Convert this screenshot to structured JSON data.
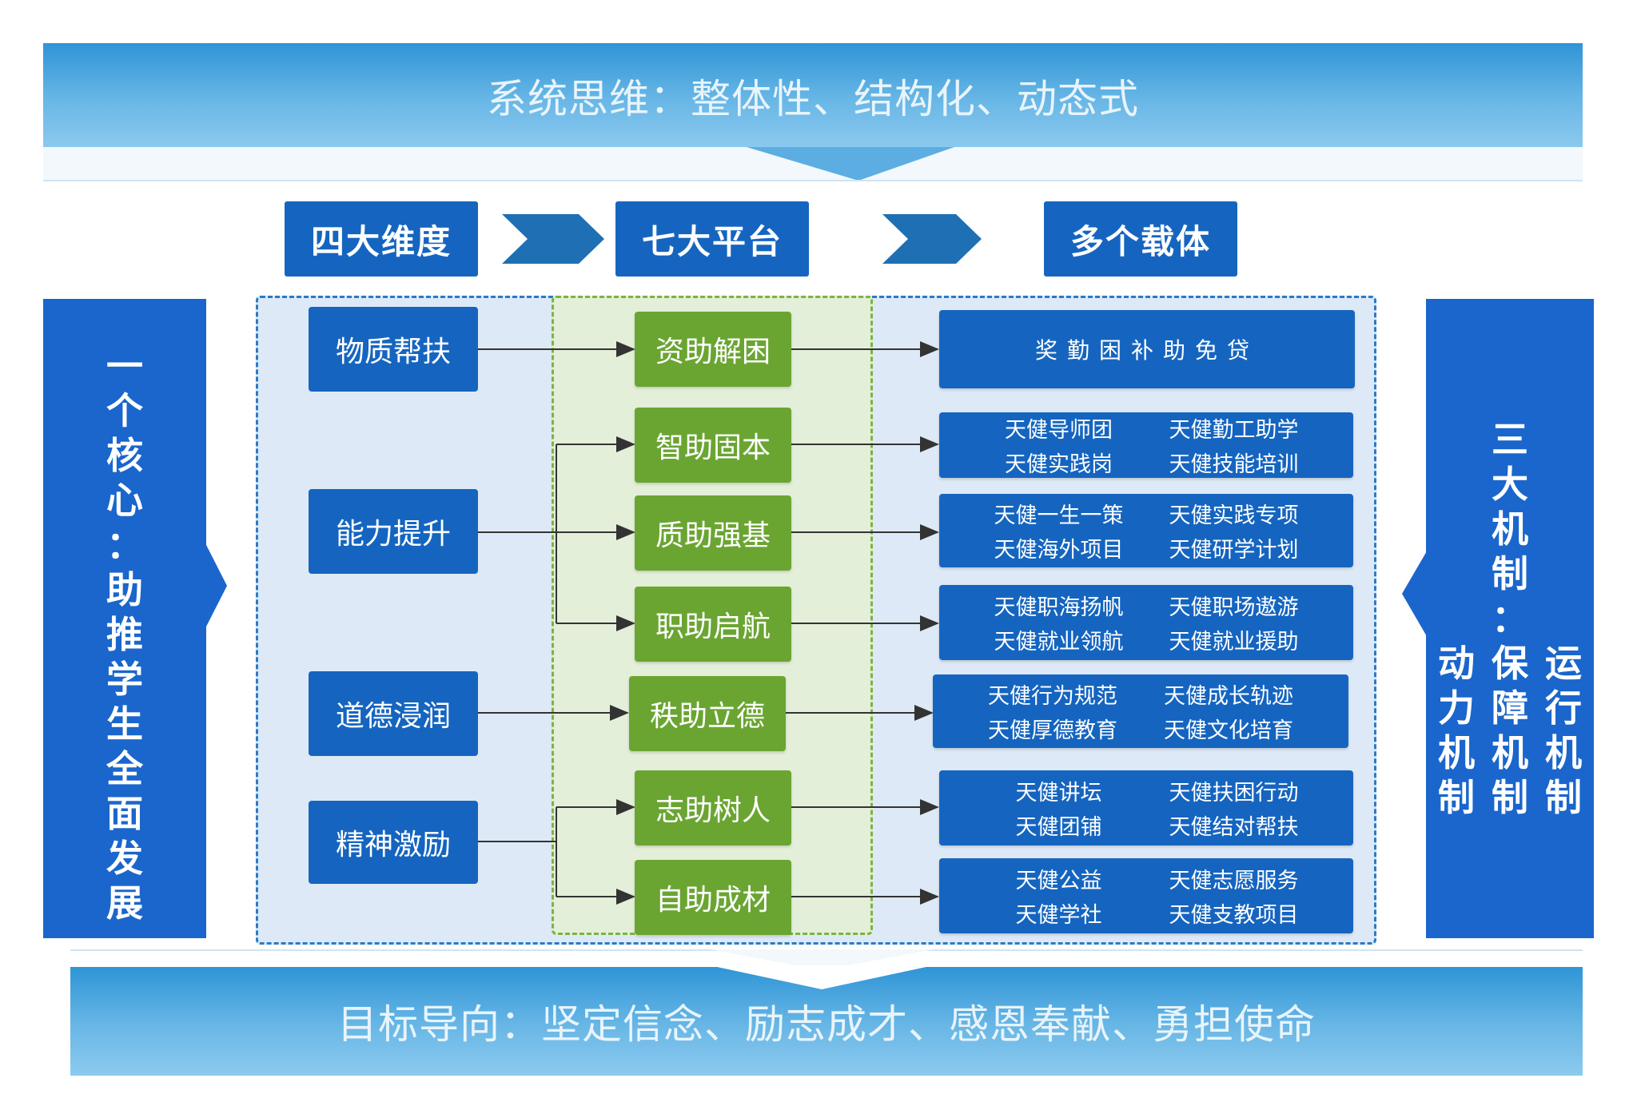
{
  "top_banner": "系统思维：整体性、结构化、动态式",
  "bottom_banner": "目标导向：坚定信念、励志成才、感恩奉献、勇担使命",
  "headers": [
    "四大维度",
    "七大平台",
    "多个载体"
  ],
  "left_panel": {
    "title": "一个核心：助推学生全面发展",
    "chars": [
      "一",
      "个",
      "核",
      "心",
      "：",
      "助",
      "推",
      "学",
      "生",
      "全",
      "面",
      "发",
      "展"
    ]
  },
  "right_panel": {
    "title": "三大机制：保障机制 运行机制 动力机制",
    "main_chars": [
      "三",
      "大",
      "机",
      "制",
      "：",
      "保",
      "障",
      "机",
      "制"
    ],
    "col_left": [
      "动",
      "力",
      "机",
      "制"
    ],
    "col_right": [
      "运",
      "行",
      "机",
      "制"
    ]
  },
  "dimensions": [
    "物质帮扶",
    "能力提升",
    "道德浸润",
    "精神激励"
  ],
  "platforms": [
    "资助解困",
    "智助固本",
    "质助强基",
    "职助启航",
    "秩助立德",
    "志助树人",
    "自助成材"
  ],
  "carriers": [
    {
      "text": "奖勤困补助免贷"
    },
    {
      "items": [
        "天健导师团",
        "天健勤工助学",
        "天健实践岗",
        "天健技能培训"
      ]
    },
    {
      "items": [
        "天健一生一策",
        "天健实践专项",
        "天健海外项目",
        "天健研学计划"
      ]
    },
    {
      "items": [
        "天健职海扬帆",
        "天健职场遨游",
        "天健就业领航",
        "天健就业援助"
      ]
    },
    {
      "items": [
        "天健行为规范",
        "天健成长轨迹",
        "天健厚德教育",
        "天健文化培育"
      ]
    },
    {
      "items": [
        "天健讲坛",
        "天健扶困行动",
        "天健团铺",
        "天健结对帮扶"
      ]
    },
    {
      "items": [
        "天健公益",
        "天健志愿服务",
        "天健学社",
        "天健支教项目"
      ]
    }
  ],
  "colors": {
    "blue": "#1565c0",
    "green": "#6aa532",
    "banner": "#4aa8e0",
    "panel_bg": "#dde9f6",
    "green_bg": "#e3efd8"
  }
}
